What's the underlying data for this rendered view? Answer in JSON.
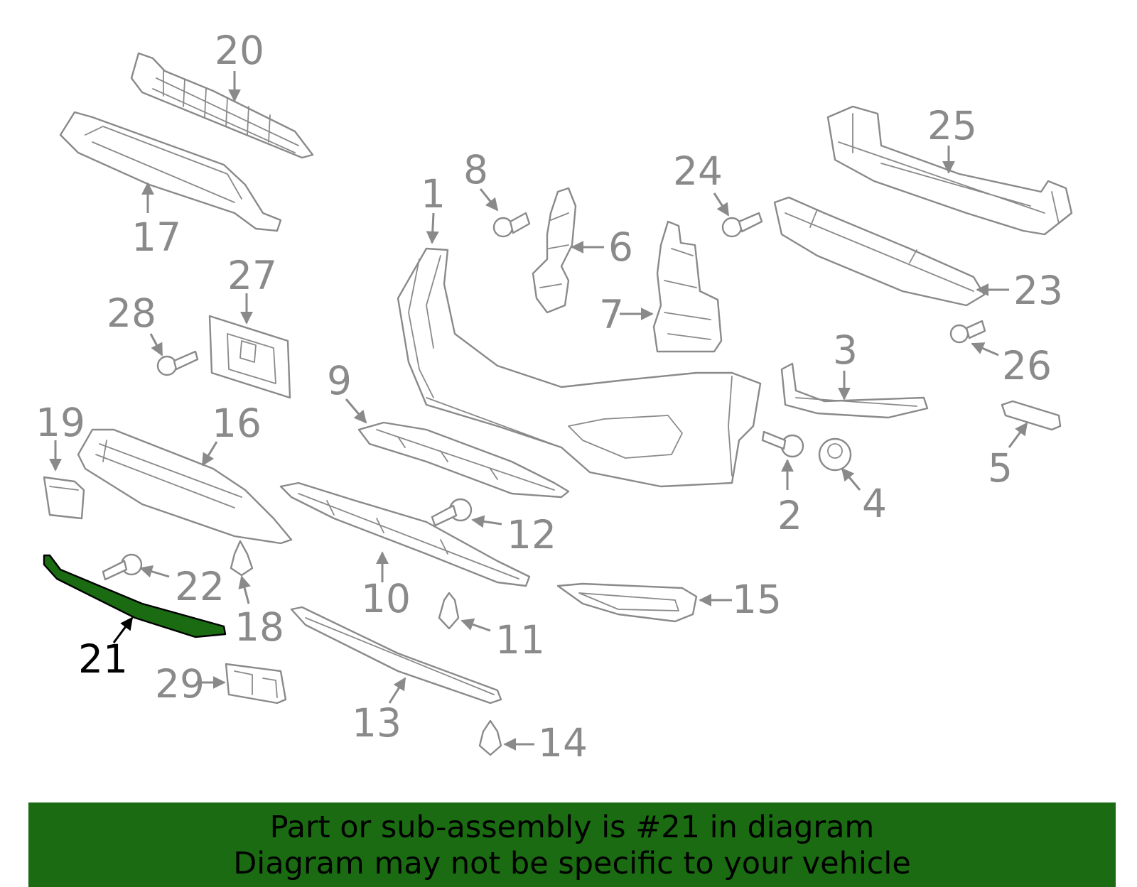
{
  "diagram": {
    "callouts": [
      "1",
      "2",
      "3",
      "4",
      "5",
      "6",
      "7",
      "8",
      "9",
      "10",
      "11",
      "12",
      "13",
      "14",
      "15",
      "16",
      "17",
      "18",
      "19",
      "20",
      "21",
      "22",
      "23",
      "24",
      "25",
      "26",
      "27",
      "28",
      "29"
    ],
    "highlighted_part": "21",
    "highlight_color": "#1a6b12",
    "callout_color": "#8a8a8a"
  },
  "banner": {
    "line1": "Part or sub-assembly is #21 in diagram",
    "line2": "Diagram may not be specific to your vehicle",
    "background": "#1a6b12"
  }
}
